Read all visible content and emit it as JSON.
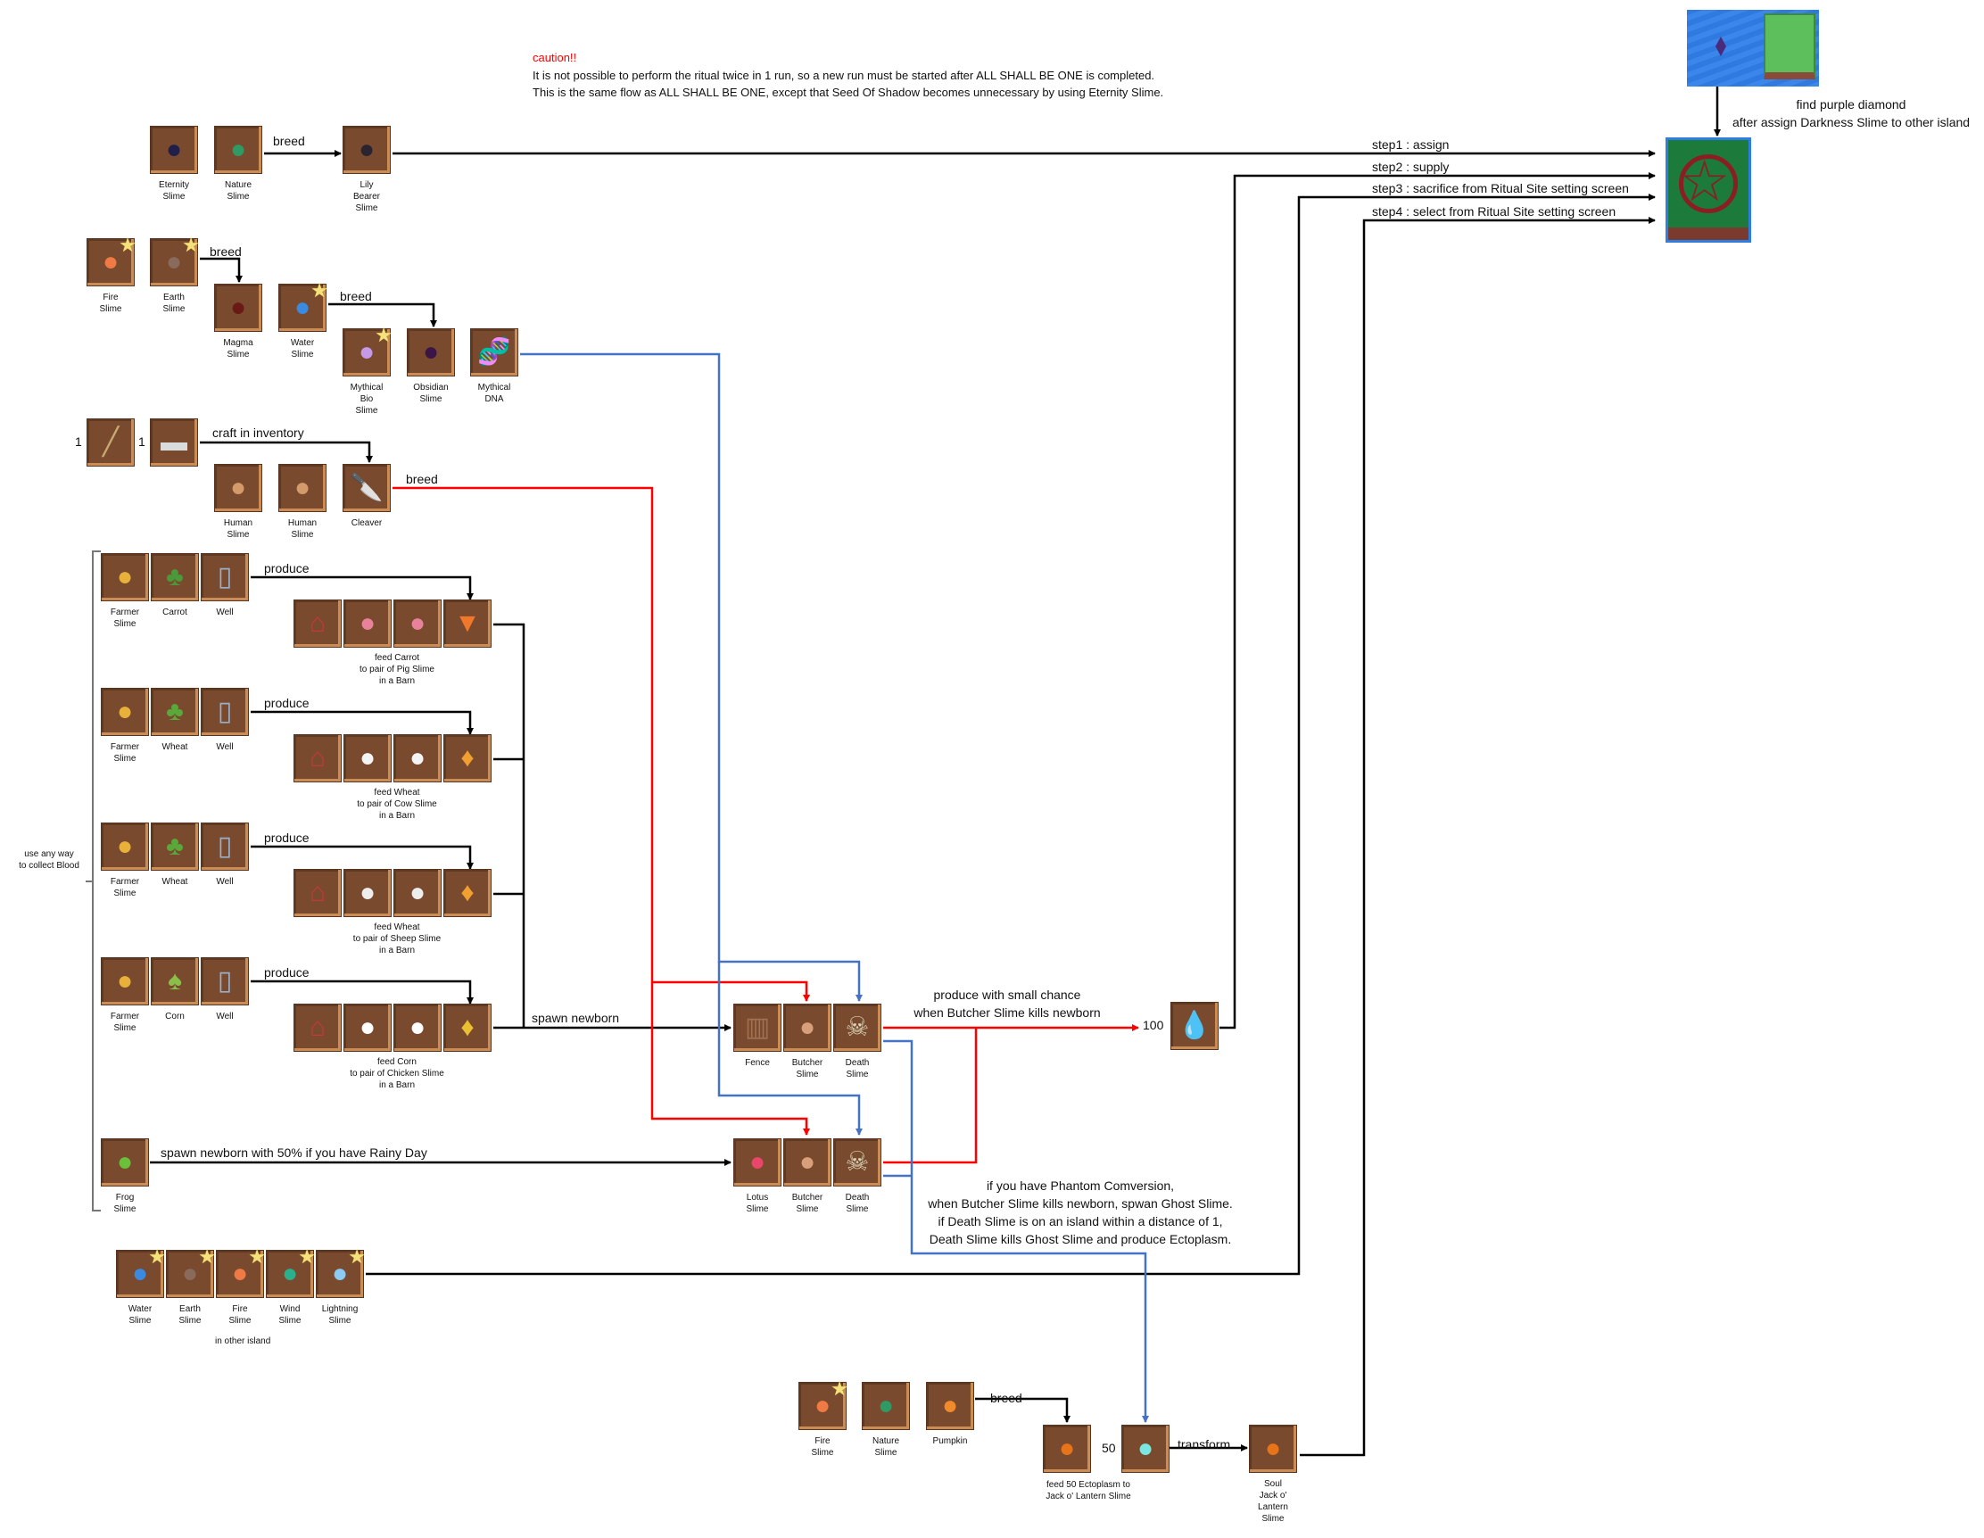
{
  "notice": {
    "title": "caution!!",
    "line1": "It is not possible to perform the ritual twice in 1 run, so a new run must be started after ALL SHALL BE ONE is completed.",
    "line2": "This is the same flow as ALL SHALL BE ONE, except that Seed Of Shadow becomes unnecessary by using Eternity Slime."
  },
  "colors": {
    "tile_bg": "#7a4a2e",
    "flow_black": "#000000",
    "flow_red": "#ff0000",
    "flow_blue": "#4472c4",
    "caution": "#ff0000"
  },
  "items": {
    "eternity": {
      "label": "Eternity\nSlime",
      "icon": "eternity-slime-icon",
      "glyph": "●",
      "color": "#1e1f4a"
    },
    "nature1": {
      "label": "Nature\nSlime",
      "icon": "nature-slime-icon",
      "glyph": "●",
      "color": "#2f9a63"
    },
    "lily": {
      "label": "Lily\nBearer\nSlime",
      "icon": "lily-bearer-slime-icon",
      "glyph": "●",
      "color": "#2a2430"
    },
    "fire1": {
      "label": "Fire\nSlime",
      "icon": "fire-slime-icon",
      "glyph": "●",
      "color": "#f07a45",
      "star": true
    },
    "earth1": {
      "label": "Earth\nSlime",
      "icon": "earth-slime-icon",
      "glyph": "●",
      "color": "#8a6a5a",
      "star": true
    },
    "magma": {
      "label": "Magma\nSlime",
      "icon": "magma-slime-icon",
      "glyph": "●",
      "color": "#6a1a14"
    },
    "water1": {
      "label": "Water\nSlime",
      "icon": "water-slime-icon",
      "glyph": "●",
      "color": "#3a8ae0",
      "star": true
    },
    "mythbio": {
      "label": "Mythical\nBio\nSlime",
      "icon": "mythical-bio-slime-icon",
      "glyph": "●",
      "color": "#c59ae8",
      "star": true
    },
    "obsidian": {
      "label": "Obsidian\nSlime",
      "icon": "obsidian-slime-icon",
      "glyph": "●",
      "color": "#3a1648"
    },
    "dna": {
      "label": "Mythical\nDNA",
      "icon": "dna-icon",
      "glyph": "🧬",
      "color": "#2ab28a"
    },
    "stick": {
      "label": "",
      "icon": "stick-icon",
      "glyph": "╱",
      "color": "#c8aa70",
      "qty": "1"
    },
    "iron": {
      "label": "",
      "icon": "iron-bar-icon",
      "glyph": "▬",
      "color": "#d8dcdc",
      "qty": "1"
    },
    "human1": {
      "label": "Human\nSlime",
      "icon": "human-slime-icon",
      "glyph": "●",
      "color": "#d49a6a"
    },
    "human2": {
      "label": "Human\nSlime",
      "icon": "human-slime-icon",
      "glyph": "●",
      "color": "#d49a6a"
    },
    "cleaver": {
      "label": "Cleaver",
      "icon": "cleaver-icon",
      "glyph": "🔪",
      "color": "#c0c4d4"
    },
    "farmer1": {
      "label": "Farmer\nSlime",
      "icon": "farmer-slime-icon",
      "glyph": "●",
      "color": "#e8b23a"
    },
    "carrot": {
      "label": "Carrot",
      "icon": "carrot-crop-icon",
      "glyph": "♣",
      "color": "#4a9a3a"
    },
    "well1": {
      "label": "Well",
      "icon": "well-icon",
      "glyph": "▯",
      "color": "#9ab0c8"
    },
    "farmer2": {
      "label": "Farmer\nSlime",
      "icon": "farmer-slime-icon",
      "glyph": "●",
      "color": "#e8b23a"
    },
    "wheat1": {
      "label": "Wheat",
      "icon": "wheat-crop-icon",
      "glyph": "♣",
      "color": "#5aa83a"
    },
    "well2": {
      "label": "Well",
      "icon": "well-icon",
      "glyph": "▯",
      "color": "#9ab0c8"
    },
    "farmer3": {
      "label": "Farmer\nSlime",
      "icon": "farmer-slime-icon",
      "glyph": "●",
      "color": "#e8b23a"
    },
    "wheat2": {
      "label": "Wheat",
      "icon": "wheat-crop-icon",
      "glyph": "♣",
      "color": "#5aa83a"
    },
    "well3": {
      "label": "Well",
      "icon": "well-icon",
      "glyph": "▯",
      "color": "#9ab0c8"
    },
    "farmer4": {
      "label": "Farmer\nSlime",
      "icon": "farmer-slime-icon",
      "glyph": "●",
      "color": "#e8b23a"
    },
    "corn": {
      "label": "Corn",
      "icon": "corn-crop-icon",
      "glyph": "♠",
      "color": "#8ac04a"
    },
    "well4": {
      "label": "Well",
      "icon": "well-icon",
      "glyph": "▯",
      "color": "#9ab0c8"
    },
    "barn1": {
      "icon": "barn-icon",
      "glyph": "⌂",
      "color": "#c03a3a"
    },
    "pig1": {
      "icon": "pig-slime-icon",
      "glyph": "●",
      "color": "#e8829a"
    },
    "pig2": {
      "icon": "pig-slime-icon",
      "glyph": "●",
      "color": "#e8829a"
    },
    "carrotitem": {
      "icon": "carrot-icon",
      "glyph": "▼",
      "color": "#f0782a"
    },
    "barn2": {
      "icon": "barn-icon",
      "glyph": "⌂",
      "color": "#c03a3a"
    },
    "cow1": {
      "icon": "cow-slime-icon",
      "glyph": "●",
      "color": "#f4f4f4"
    },
    "cow2": {
      "icon": "cow-slime-icon",
      "glyph": "●",
      "color": "#f4f4f4"
    },
    "wheatitem1": {
      "icon": "wheat-icon",
      "glyph": "♦",
      "color": "#f0a030"
    },
    "barn3": {
      "icon": "barn-icon",
      "glyph": "⌂",
      "color": "#c03a3a"
    },
    "sheep1": {
      "icon": "sheep-slime-icon",
      "glyph": "●",
      "color": "#eeeeee"
    },
    "sheep2": {
      "icon": "sheep-slime-icon",
      "glyph": "●",
      "color": "#eeeeee"
    },
    "wheatitem2": {
      "icon": "wheat-icon",
      "glyph": "♦",
      "color": "#f0a030"
    },
    "barn4": {
      "icon": "barn-icon",
      "glyph": "⌂",
      "color": "#c03a3a"
    },
    "chicken1": {
      "icon": "chicken-slime-icon",
      "glyph": "●",
      "color": "#ffffff"
    },
    "chicken2": {
      "icon": "chicken-slime-icon",
      "glyph": "●",
      "color": "#ffffff"
    },
    "cornitem": {
      "icon": "corn-icon",
      "glyph": "♦",
      "color": "#e8c030"
    },
    "frog": {
      "label": "Frog\nSlime",
      "icon": "frog-slime-icon",
      "glyph": "●",
      "color": "#6ac03a"
    },
    "fence": {
      "label": "Fence",
      "icon": "fence-icon",
      "glyph": "▥",
      "color": "#a07050"
    },
    "butcher1": {
      "label": "Butcher\nSlime",
      "icon": "butcher-slime-icon",
      "glyph": "●",
      "color": "#d8a07a"
    },
    "death1": {
      "label": "Death\nSlime",
      "icon": "death-slime-icon",
      "glyph": "☠",
      "color": "#d8d4b8"
    },
    "lotus": {
      "label": "Lotus\nSlime",
      "icon": "lotus-slime-icon",
      "glyph": "●",
      "color": "#e8466a"
    },
    "butcher2": {
      "label": "Butcher\nSlime",
      "icon": "butcher-slime-icon",
      "glyph": "●",
      "color": "#d8a07a"
    },
    "death2": {
      "label": "Death\nSlime",
      "icon": "death-slime-icon",
      "glyph": "☠",
      "color": "#d8d4b8"
    },
    "blood": {
      "label": "",
      "icon": "blood-drop-icon",
      "glyph": "💧",
      "color": "#b02030",
      "qty": "100"
    },
    "water2": {
      "label": "Water\nSlime",
      "icon": "water-slime-icon",
      "glyph": "●",
      "color": "#3a8ae0",
      "star": true
    },
    "earth2": {
      "label": "Earth\nSlime",
      "icon": "earth-slime-icon",
      "glyph": "●",
      "color": "#8a6a5a",
      "star": true
    },
    "fire2": {
      "label": "Fire\nSlime",
      "icon": "fire-slime-icon",
      "glyph": "●",
      "color": "#f07a45",
      "star": true
    },
    "wind": {
      "label": "Wind\nSlime",
      "icon": "wind-slime-icon",
      "glyph": "●",
      "color": "#2ab08a",
      "star": true
    },
    "lightning": {
      "label": "Lightning\nSlime",
      "icon": "lightning-slime-icon",
      "glyph": "●",
      "color": "#8accf4",
      "star": true
    },
    "fire3": {
      "label": "Fire\nSlime",
      "icon": "fire-slime-icon",
      "glyph": "●",
      "color": "#f07a45",
      "star": true
    },
    "nature2": {
      "label": "Nature\nSlime",
      "icon": "nature-slime-icon",
      "glyph": "●",
      "color": "#2f9a63"
    },
    "pumpkin": {
      "label": "Pumpkin",
      "icon": "pumpkin-icon",
      "glyph": "●",
      "color": "#f08a2a"
    },
    "jack": {
      "label": "",
      "icon": "jack-o-lantern-slime-icon",
      "glyph": "●",
      "color": "#e8741a"
    },
    "ghost": {
      "label": "",
      "icon": "ghost-slime-icon",
      "glyph": "●",
      "color": "#7ae8e0",
      "qty": "50"
    },
    "souljack": {
      "label": "Soul\nJack o'\nLantern\nSlime",
      "icon": "soul-jack-o-lantern-slime-icon",
      "glyph": "●",
      "color": "#e8741a"
    }
  },
  "labels": {
    "breed1": "breed",
    "breed2": "breed",
    "breed3": "breed",
    "craft": "craft in inventory",
    "breed_cleaver": "breed",
    "produce1": "produce",
    "produce2": "produce",
    "produce3": "produce",
    "produce4": "produce",
    "feed_pig": "feed Carrot\nto pair of Pig Slime\nin a Barn",
    "feed_cow": "feed Wheat\nto pair of Cow Slime\nin a Barn",
    "feed_sheep": "feed Wheat\nto pair of Sheep Slime\nin a Barn",
    "feed_chicken": "feed Corn\nto pair of Chicken Slime\nin a Barn",
    "use_any_way": "use any way\nto collect Blood",
    "spawn_newborn": "spawn newborn",
    "frog_spawn": "spawn newborn with 50% if you have Rainy Day",
    "blood_note": "produce with small chance\nwhen Butcher Slime kills newborn",
    "phantom_note": "if you have Phantom Comversion,\nwhen Butcher Slime kills newborn, spwan Ghost Slime.\nif Death Slime is on an island within a distance of 1,\nDeath Slime kills Ghost Slime and produce Ectoplasm.",
    "other_island": "in other island",
    "feed_jack": "feed 50 Ectoplasm to\nJack o' Lantern Slime",
    "transform": "transform",
    "breed_pumpkin": "breed",
    "find_diamond": "find purple diamond\nafter assign Darkness Slime to other island",
    "step1": "step1 : assign",
    "step2": "step2 : supply",
    "step3": "step3 : sacrifice from Ritual Site setting screen",
    "step4": "step4 : select from Ritual Site setting screen"
  }
}
